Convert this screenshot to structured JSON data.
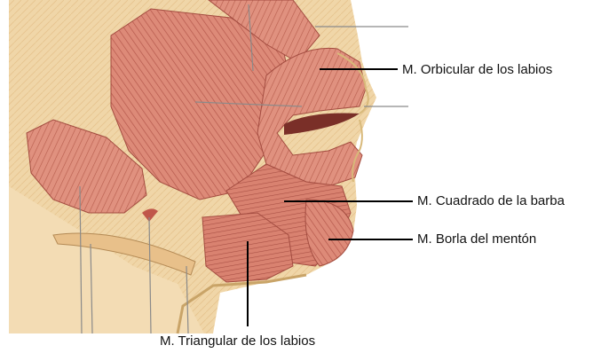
{
  "labels": {
    "orbicular": "M. Orbicular de los labios",
    "cuadrado": "M. Cuadrado de la barba",
    "borla": "M. Borla del mentón",
    "triangular": "M.  Triangular de los labios"
  },
  "colors": {
    "background": "#ffffff",
    "skin": "#f2d9ad",
    "muscle": "#d9826f",
    "muscle_dark": "#b85a4e",
    "leader_line": "#000000"
  }
}
